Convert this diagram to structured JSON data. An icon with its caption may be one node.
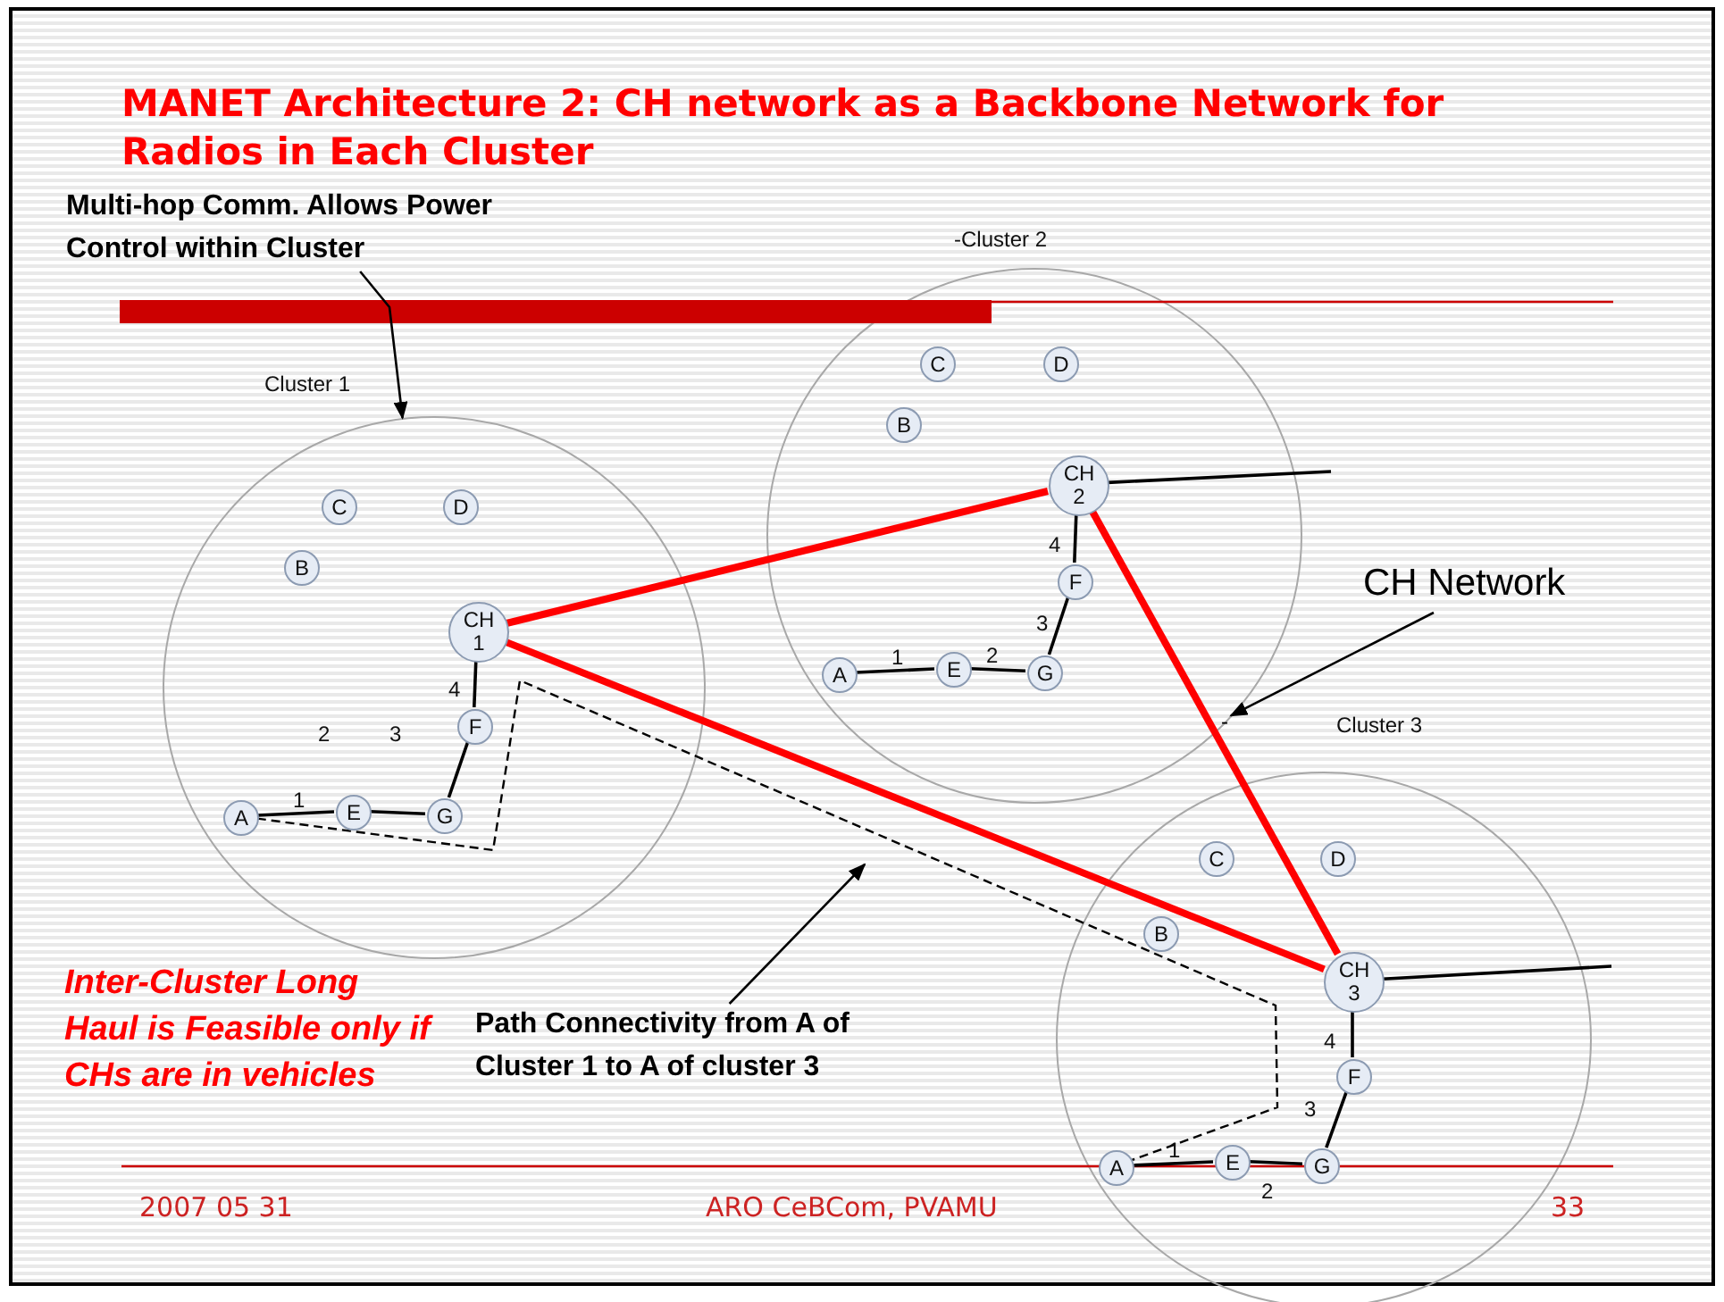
{
  "diagram": {
    "title": "MANET Architecture 2: CH network as a Backbone Network for Radios in Each Cluster",
    "nodes": [
      {
        "text": [
          "Multi-hop Comm. Allows Power Control within Cluster"
        ]
      },
      {
        "text": [
          "Cluster 1"
        ]
      },
      {
        "text": [
          "C"
        ],
        "in": 1
      },
      {
        "text": [
          "D"
        ],
        "in": 1
      },
      {
        "text": [
          "B"
        ],
        "in": 1
      },
      {
        "text": [
          "CH 1"
        ],
        "in": 1
      },
      {
        "text": [
          "F"
        ],
        "in": 1
      },
      {
        "text": [
          "A"
        ],
        "in": 1
      },
      {
        "text": [
          "E"
        ],
        "in": 1
      },
      {
        "text": [
          "G"
        ],
        "in": 1
      },
      {
        "text": [
          "-Cluster 2"
        ]
      },
      {
        "text": [
          "C"
        ],
        "in": 10
      },
      {
        "text": [
          "D"
        ],
        "in": 10
      },
      {
        "text": [
          "B"
        ],
        "in": 10
      },
      {
        "text": [
          "CH 2"
        ],
        "in": 10
      },
      {
        "text": [
          "F"
        ],
        "in": 10
      },
      {
        "text": [
          "A"
        ],
        "in": 10
      },
      {
        "text": [
          "E"
        ],
        "in": 10
      },
      {
        "text": [
          "G"
        ],
        "in": 10
      },
      {
        "text": [
          "CH Network"
        ]
      },
      {
        "text": [
          "Cluster 3"
        ]
      },
      {
        "text": [
          "C"
        ],
        "in": 20
      },
      {
        "text": [
          "D"
        ],
        "in": 20
      },
      {
        "text": [
          "B"
        ],
        "in": 20
      },
      {
        "text": [
          "CH 3"
        ],
        "in": 20
      },
      {
        "text": [
          "F"
        ],
        "in": 20
      },
      {
        "text": [
          "A"
        ],
        "in": 20
      },
      {
        "text": [
          "E"
        ],
        "in": 20
      },
      {
        "text": [
          "G"
        ],
        "in": 20
      },
      {
        "text": [
          "Path Connectivity from A of Cluster 1 to A of cluster 3"
        ]
      },
      {
        "text": [
          "-"
        ],
        "in": 10
      }
    ],
    "edges": [
      {
        "from": 0,
        "to": 1,
        "arrow": "to"
      },
      {
        "from": 7,
        "to": 8,
        "arrow": "none",
        "label": "1"
      },
      {
        "from": 8,
        "to": 9,
        "arrow": "none"
      },
      {
        "from": 9,
        "to": 6,
        "arrow": "none"
      },
      {
        "from": 6,
        "to": 5,
        "arrow": "none",
        "label": "4"
      },
      {
        "from": 16,
        "to": 17,
        "arrow": "none",
        "label": "1"
      },
      {
        "from": 17,
        "to": 18,
        "arrow": "none",
        "label": "2"
      },
      {
        "from": 18,
        "to": 15,
        "arrow": "none",
        "label": "3"
      },
      {
        "from": 15,
        "to": 14,
        "arrow": "none",
        "label": "4"
      },
      {
        "from": 26,
        "to": 27,
        "arrow": "none",
        "label": "1"
      },
      {
        "from": 27,
        "to": 28,
        "arrow": "none",
        "label": "2"
      },
      {
        "from": 28,
        "to": 25,
        "arrow": "none",
        "label": "3"
      },
      {
        "from": 25,
        "to": 24,
        "arrow": "none",
        "label": "4"
      },
      {
        "from": 5,
        "to": 14,
        "arrow": "none",
        "style": "thick",
        "color": "#ff0000"
      },
      {
        "from": 5,
        "to": 24,
        "arrow": "none",
        "style": "thick",
        "color": "#ff0000"
      },
      {
        "from": 14,
        "to": 24,
        "arrow": "none",
        "style": "thick",
        "color": "#ff0000"
      },
      {
        "from": 14,
        "to": null,
        "arrow": "none"
      },
      {
        "from": 24,
        "to": null,
        "arrow": "none"
      },
      {
        "from": 19,
        "to": 30,
        "arrow": "to"
      },
      {
        "from": 29,
        "to": null,
        "arrow": "to"
      },
      {
        "from": 7,
        "to": 26,
        "arrow": "none",
        "style": "dashed"
      }
    ],
    "labels": [
      "2",
      "3",
      "Inter-Cluster Long Haul is Feasible only if CHs are in vehicles",
      "2007 05 31",
      "ARO CeBCom, PVAMU",
      "33"
    ]
  }
}
